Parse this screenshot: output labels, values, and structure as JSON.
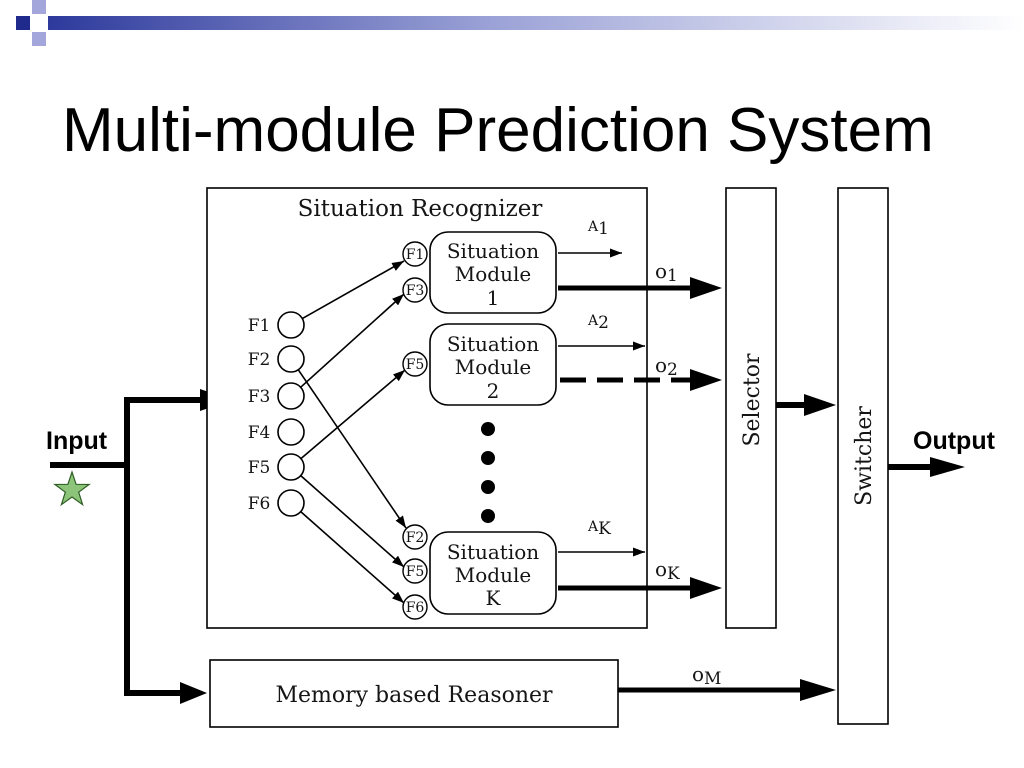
{
  "slide": {
    "title": "Multi-module Prediction System"
  },
  "theme": {
    "navy": "#1f2a8c",
    "lavender": "#a2a6da",
    "bar_start": "#2e3a9c",
    "bar_mid": "#9aa1d6",
    "background": "#ffffff",
    "star_fill": "#8cc47a"
  },
  "diagram": {
    "input_label": "Input",
    "output_label": "Output",
    "recognizer_label": "Situation Recognizer",
    "features": [
      "F1",
      "F2",
      "F3",
      "F4",
      "F5",
      "F6"
    ],
    "modules": [
      {
        "title_line1": "Situation",
        "title_line2": "Module",
        "index": "1",
        "inputs": [
          "F1",
          "F3"
        ],
        "action": {
          "base": "A",
          "sub": "1"
        },
        "output": {
          "base": "o",
          "sub": "1"
        }
      },
      {
        "title_line1": "Situation",
        "title_line2": "Module",
        "index": "2",
        "inputs": [
          "F5"
        ],
        "action": {
          "base": "A",
          "sub": "2"
        },
        "output": {
          "base": "o",
          "sub": "2"
        }
      },
      {
        "title_line1": "Situation",
        "title_line2": "Module",
        "index": "K",
        "inputs": [
          "F2",
          "F5",
          "F6"
        ],
        "action": {
          "base": "A",
          "sub": "K"
        },
        "output": {
          "base": "o",
          "sub": "K"
        }
      }
    ],
    "selector_label": "Selector",
    "switcher_label": "Switcher",
    "reasoner": {
      "label": "Memory based Reasoner",
      "output": {
        "base": "o",
        "sub": "M"
      }
    }
  }
}
